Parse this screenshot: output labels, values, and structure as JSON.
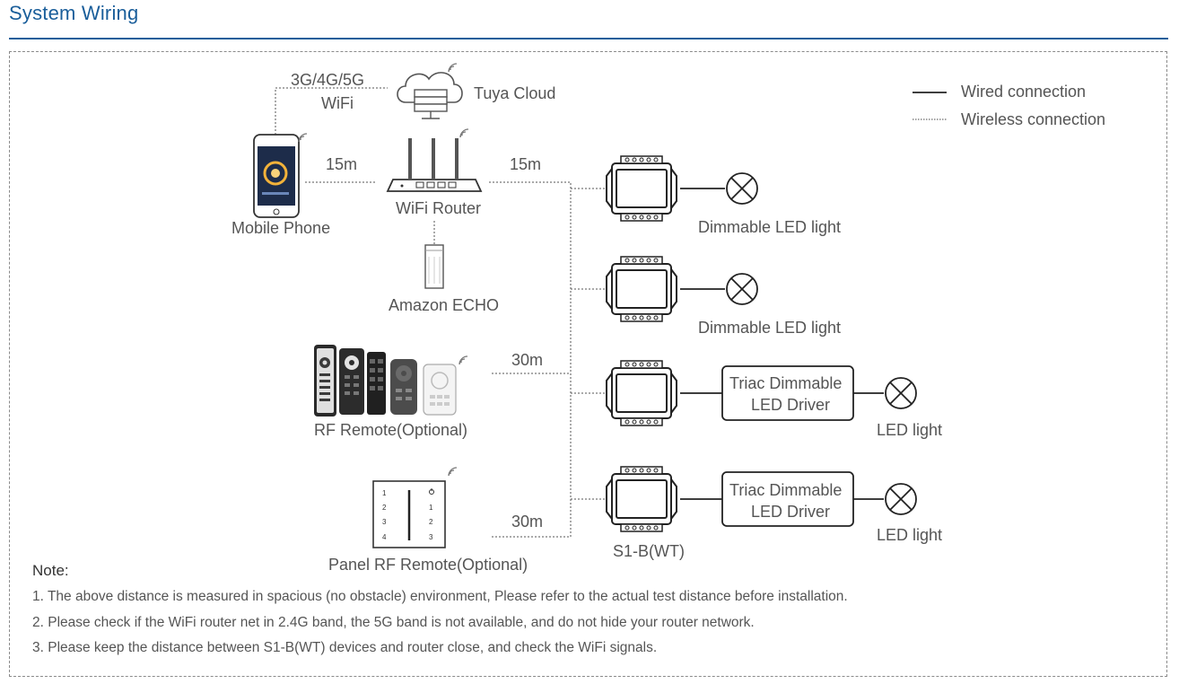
{
  "header": {
    "title": "System Wiring"
  },
  "legend": {
    "wired": "Wired connection",
    "wireless": "Wireless connection"
  },
  "labels": {
    "cellular": "3G/4G/5G",
    "wifi": "WiFi",
    "cloud": "Tuya Cloud",
    "phone": "Mobile Phone",
    "router": "WiFi Router",
    "echo": "Amazon ECHO",
    "rf_remote": "RF Remote(Optional)",
    "panel_remote": "Panel RF Remote(Optional)",
    "device": "S1-B(WT)",
    "dist_phone": "15m",
    "dist_router": "15m",
    "dist_rf": "30m",
    "dist_panel": "30m"
  },
  "outputs": [
    {
      "light": "Dimmable LED light"
    },
    {
      "light": "Dimmable LED light"
    },
    {
      "driver_line1": "Triac Dimmable",
      "driver_line2": "LED Driver",
      "light": "LED light"
    },
    {
      "driver_line1": "Triac Dimmable",
      "driver_line2": "LED Driver",
      "light": "LED light"
    }
  ],
  "panel_keys": {
    "left": [
      "1",
      "2",
      "3",
      "4"
    ],
    "right": [
      "1",
      "2",
      "3"
    ]
  },
  "notes": {
    "heading": "Note:",
    "items": [
      "1. The above distance is measured in spacious (no obstacle) environment,  Please refer to the actual test distance before installation.",
      "2. Please check if the WiFi router net in 2.4G band, the 5G band is not available, and do not hide your router network.",
      "3. Please keep the distance between S1-B(WT) devices and router close, and check the WiFi signals."
    ]
  }
}
